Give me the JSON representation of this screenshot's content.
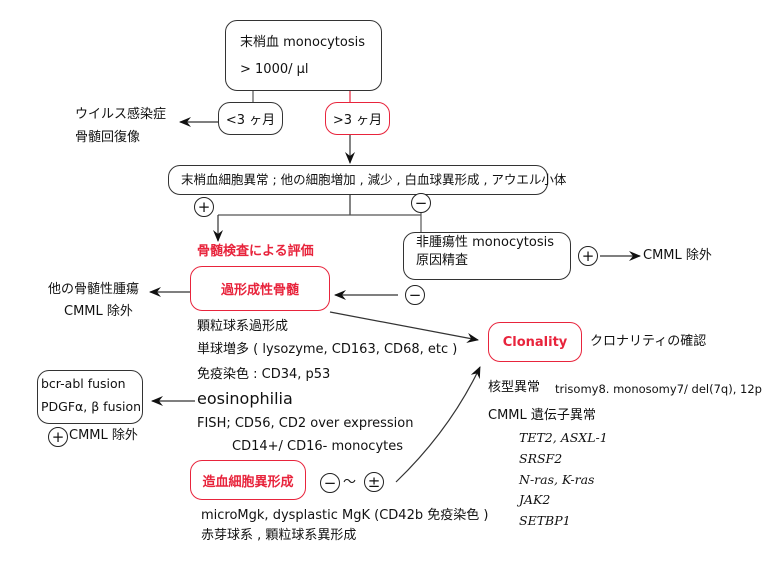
{
  "colors": {
    "accent": "#e8243c",
    "line": "#333333"
  },
  "start": {
    "line1": "末梢血 monocytosis",
    "line2": "> 1000/ µl"
  },
  "duration": {
    "short": "<3 ヶ月",
    "long": ">3 ヶ月"
  },
  "short_result": {
    "line1": "ウイルス感染症",
    "line2": "骨髄回復像"
  },
  "peripheral": {
    "text": "末梢血細胞異常 ; 他の細胞増加 , 減少 , 白血球異形成 , アウエル小体"
  },
  "signs": {
    "plus": "+",
    "minus": "−",
    "plusminus": "±",
    "tilde": "〜"
  },
  "bm_eval": {
    "title": "骨髄検査による評価"
  },
  "nonneoplastic": {
    "line1": "非腫瘍性 monocytosis",
    "line2": "原因精査",
    "exclude": "CMML 除外"
  },
  "hyperplastic": {
    "label": "過形成性骨髄",
    "other_line1": "他の骨髄性腫瘍",
    "other_line2": "CMML 除外"
  },
  "findings": [
    "顆粒球系過形成",
    "単球増多 ( lysozyme, CD163, CD68, etc )",
    "免疫染色 : CD34, p53",
    "eosinophilia",
    "FISH; CD56, CD2 over expression",
    "CD14+/ CD16- monocytes"
  ],
  "fusion": {
    "line1": "bcr-abl fusion",
    "line2": "PDGFα, β fusion",
    "exclude": "CMML 除外"
  },
  "dysplasia": {
    "label": "造血細胞異形成",
    "line1": "microMgk, dysplastic MgK (CD42b 免疫染色 )",
    "line2": "赤芽球系 , 顆粒球系異形成"
  },
  "clonality": {
    "label": "Clonality",
    "desc": "クロナリティの確認",
    "karyotype_label": "核型異常",
    "karyotype": "trisomy8. monosomy7/ del(7q), 12p",
    "genes_label": "CMML 遺伝子異常",
    "genes": [
      "TET2, ASXL-1",
      "SRSF2",
      "N-ras, K-ras",
      "JAK2",
      "SETBP1"
    ]
  }
}
